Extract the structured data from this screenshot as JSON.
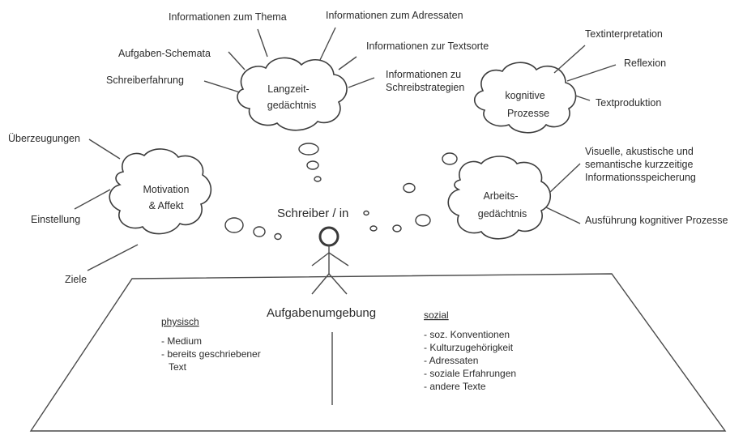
{
  "center": {
    "writer_label": "Schreiber / in",
    "environment_label": "Aufgabenumgebung"
  },
  "clouds": {
    "longterm": {
      "line1": "Langzeit-",
      "line2": "gedächtnis"
    },
    "cognitive": {
      "line1": "kognitive",
      "line2": "Prozesse"
    },
    "motivation": {
      "line1": "Motivation",
      "line2": "& Affekt"
    },
    "working": {
      "line1": "Arbeits-",
      "line2": "gedächtnis"
    }
  },
  "longterm_items": {
    "thema": "Informationen zum Thema",
    "adressaten": "Informationen zum Adressaten",
    "textsorte": "Informationen zur Textsorte",
    "strategien_1": "Informationen zu",
    "strategien_2": "Schreibstrategien",
    "schemata": "Aufgaben-Schemata",
    "erfahrung": "Schreiberfahrung"
  },
  "cognitive_items": {
    "interpretation": "Textinterpretation",
    "reflexion": "Reflexion",
    "produktion": "Textproduktion"
  },
  "motivation_items": {
    "ueberzeugungen": "Überzeugungen",
    "einstellung": "Einstellung",
    "ziele": "Ziele"
  },
  "working_items": {
    "speicher_1": "Visuelle, akustische und",
    "speicher_2": "semantische kurzzeitige",
    "speicher_3": "Informationsspeicherung",
    "ausfuehrung": "Ausführung kognitiver Prozesse"
  },
  "physical": {
    "heading": "physisch",
    "item1": "- Medium",
    "item2_line1": "- bereits geschriebener",
    "item2_line2": "Text"
  },
  "social": {
    "heading": "sozial",
    "items": [
      "- soz. Konventionen",
      "- Kulturzugehörigkeit",
      "- Adressaten",
      "- soziale Erfahrungen",
      "- andere Texte"
    ]
  }
}
